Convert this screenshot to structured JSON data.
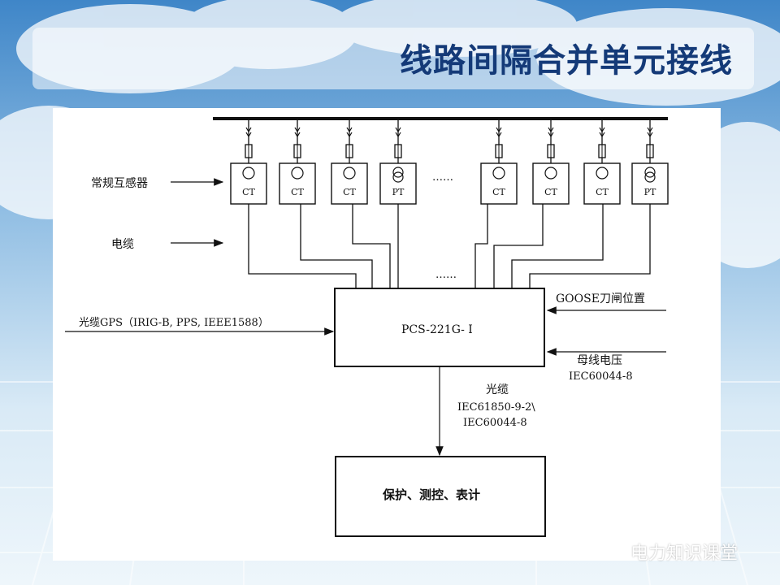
{
  "slide": {
    "title": "线路间隔合并单元接线",
    "footer_label": "电力知识课堂"
  },
  "diagram": {
    "label_transformers": "常规互感器",
    "label_cable": "电缆",
    "label_gps": "光缆GPS（IRIG-B, PPS, IEEE1588）",
    "label_goose": "GOOSE刀闸位置",
    "label_bus_voltage": "母线电压",
    "label_bus_std": "IEC60044-8",
    "label_fiber": "光缆",
    "label_fiber_std1": "IEC61850-9-2\\",
    "label_fiber_std2": "IEC60044-8",
    "merging_unit": "PCS-221G- I",
    "output_box": "保护、测控、表计",
    "ellipsis": "……",
    "transformers": [
      "CT",
      "CT",
      "CT",
      "PT",
      "CT",
      "CT",
      "CT",
      "PT"
    ]
  }
}
